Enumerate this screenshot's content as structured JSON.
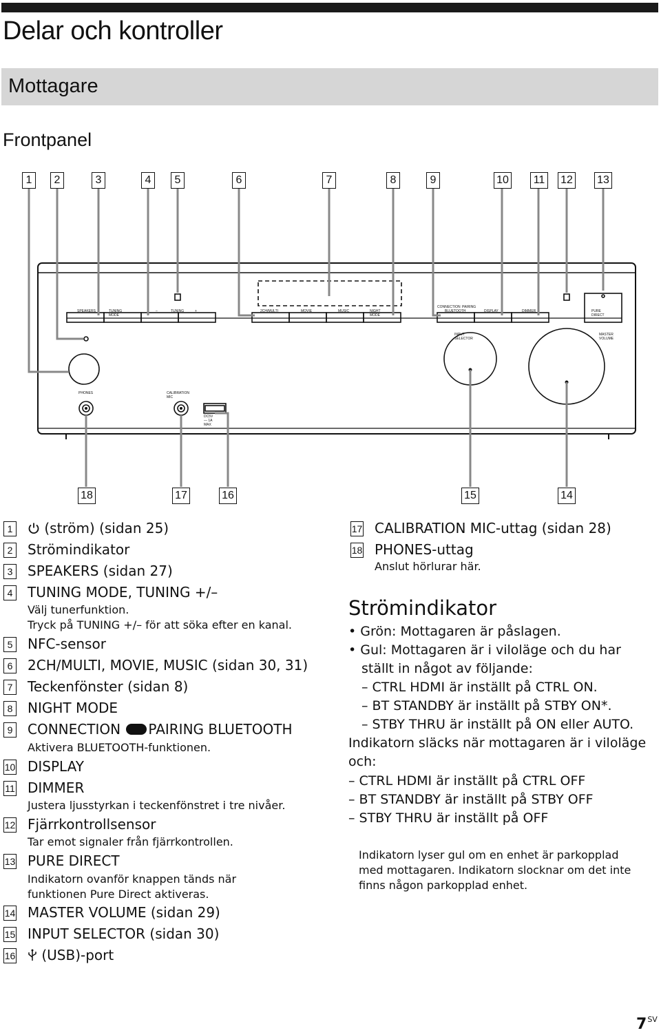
{
  "page": {
    "title": "Delar och kontroller",
    "section": "Mottagare",
    "subsection": "Frontpanel",
    "page_number": "7",
    "page_suffix": "SV"
  },
  "diagram": {
    "callouts_top": [
      "1",
      "2",
      "3",
      "4",
      "5",
      "6",
      "7",
      "8",
      "9",
      "10",
      "11",
      "12",
      "13"
    ],
    "callouts_bottom": [
      "18",
      "17",
      "16",
      "15",
      "14"
    ],
    "panel_labels": {
      "speakers": "SPEAKERS",
      "tuning_mode": "TUNING MODE",
      "tuning_minus": "–",
      "tuning": "TUNING",
      "tuning_plus": "+",
      "multi": "2CH/MULTI",
      "movie": "MOVIE",
      "music": "MUSIC",
      "night_mode": "NIGHT MODE",
      "connection": "CONNECTION",
      "pairing": "PAIRING",
      "bluetooth": "BLUETOOTH",
      "display": "DISPLAY",
      "dimmer": "DIMMER",
      "pure_direct": "PURE DIRECT",
      "input_selector": "INPUT SELECTOR",
      "master_volume": "MASTER VOLUME",
      "phones": "PHONES",
      "calibration_mic": "CALIBRATION MIC",
      "usb_rating": "DC5V — 1A MAX"
    }
  },
  "items": [
    {
      "num": "1",
      "label": "(ström) (sidan 25)",
      "desc": []
    },
    {
      "num": "2",
      "label": "Strömindikator",
      "desc": []
    },
    {
      "num": "3",
      "label": "SPEAKERS (sidan 27)",
      "desc": []
    },
    {
      "num": "4",
      "label": "TUNING MODE, TUNING +/–",
      "desc": [
        "Välj tunerfunktion.",
        "Tryck på TUNING +/– för att söka efter en kanal."
      ]
    },
    {
      "num": "5",
      "label": "NFC-sensor",
      "desc": []
    },
    {
      "num": "6",
      "label": "2CH/MULTI, MOVIE, MUSIC (sidan 30, 31)",
      "desc": []
    },
    {
      "num": "7",
      "label": "Teckenfönster (sidan 8)",
      "desc": []
    },
    {
      "num": "8",
      "label": "NIGHT MODE",
      "desc": []
    },
    {
      "num": "9",
      "label_a": "CONNECTION",
      "label_b": "PAIRING BLUETOOTH",
      "desc": [
        "Aktivera BLUETOOTH-funktionen."
      ]
    },
    {
      "num": "10",
      "label": "DISPLAY",
      "desc": []
    },
    {
      "num": "11",
      "label": "DIMMER",
      "desc": [
        "Justera ljusstyrkan i teckenfönstret i tre nivåer."
      ]
    },
    {
      "num": "12",
      "label": "Fjärrkontrollsensor",
      "desc": [
        "Tar emot signaler från fjärrkontrollen."
      ]
    },
    {
      "num": "13",
      "label": "PURE DIRECT",
      "desc": [
        "Indikatorn ovanför knappen tänds när",
        "funktionen Pure Direct aktiveras."
      ]
    },
    {
      "num": "14",
      "label": "MASTER VOLUME (sidan 29)",
      "desc": []
    },
    {
      "num": "15",
      "label": "INPUT SELECTOR (sidan 30)",
      "desc": []
    },
    {
      "num": "16",
      "label": "(USB)-port",
      "desc": []
    },
    {
      "num": "17",
      "label": "CALIBRATION MIC-uttag (sidan 28)",
      "desc": []
    },
    {
      "num": "18",
      "label": "PHONES-uttag",
      "desc": [
        "Anslut hörlurar här."
      ]
    }
  ],
  "indicator": {
    "heading": "Strömindikator",
    "lines": [
      "•  Grön: Mottagaren är påslagen.",
      "•  Gul: Mottagaren är i viloläge och du har",
      "ställt in något av följande:",
      "–  CTRL HDMI är inställt på CTRL ON.",
      "–  BT STANDBY är inställt på STBY ON*.",
      "–  STBY THRU är inställt på ON eller AUTO.",
      "Indikatorn släcks när mottagaren är i viloläge",
      "och:",
      "–  CTRL HDMI är inställt på CTRL OFF",
      "–  BT STANDBY är inställt på STBY OFF",
      "–  STBY THRU är inställt på OFF"
    ],
    "note": [
      "Indikatorn lyser gul om en enhet är parkopplad",
      "med mottagaren. Indikatorn slocknar om det inte",
      "finns någon parkopplad enhet."
    ]
  }
}
